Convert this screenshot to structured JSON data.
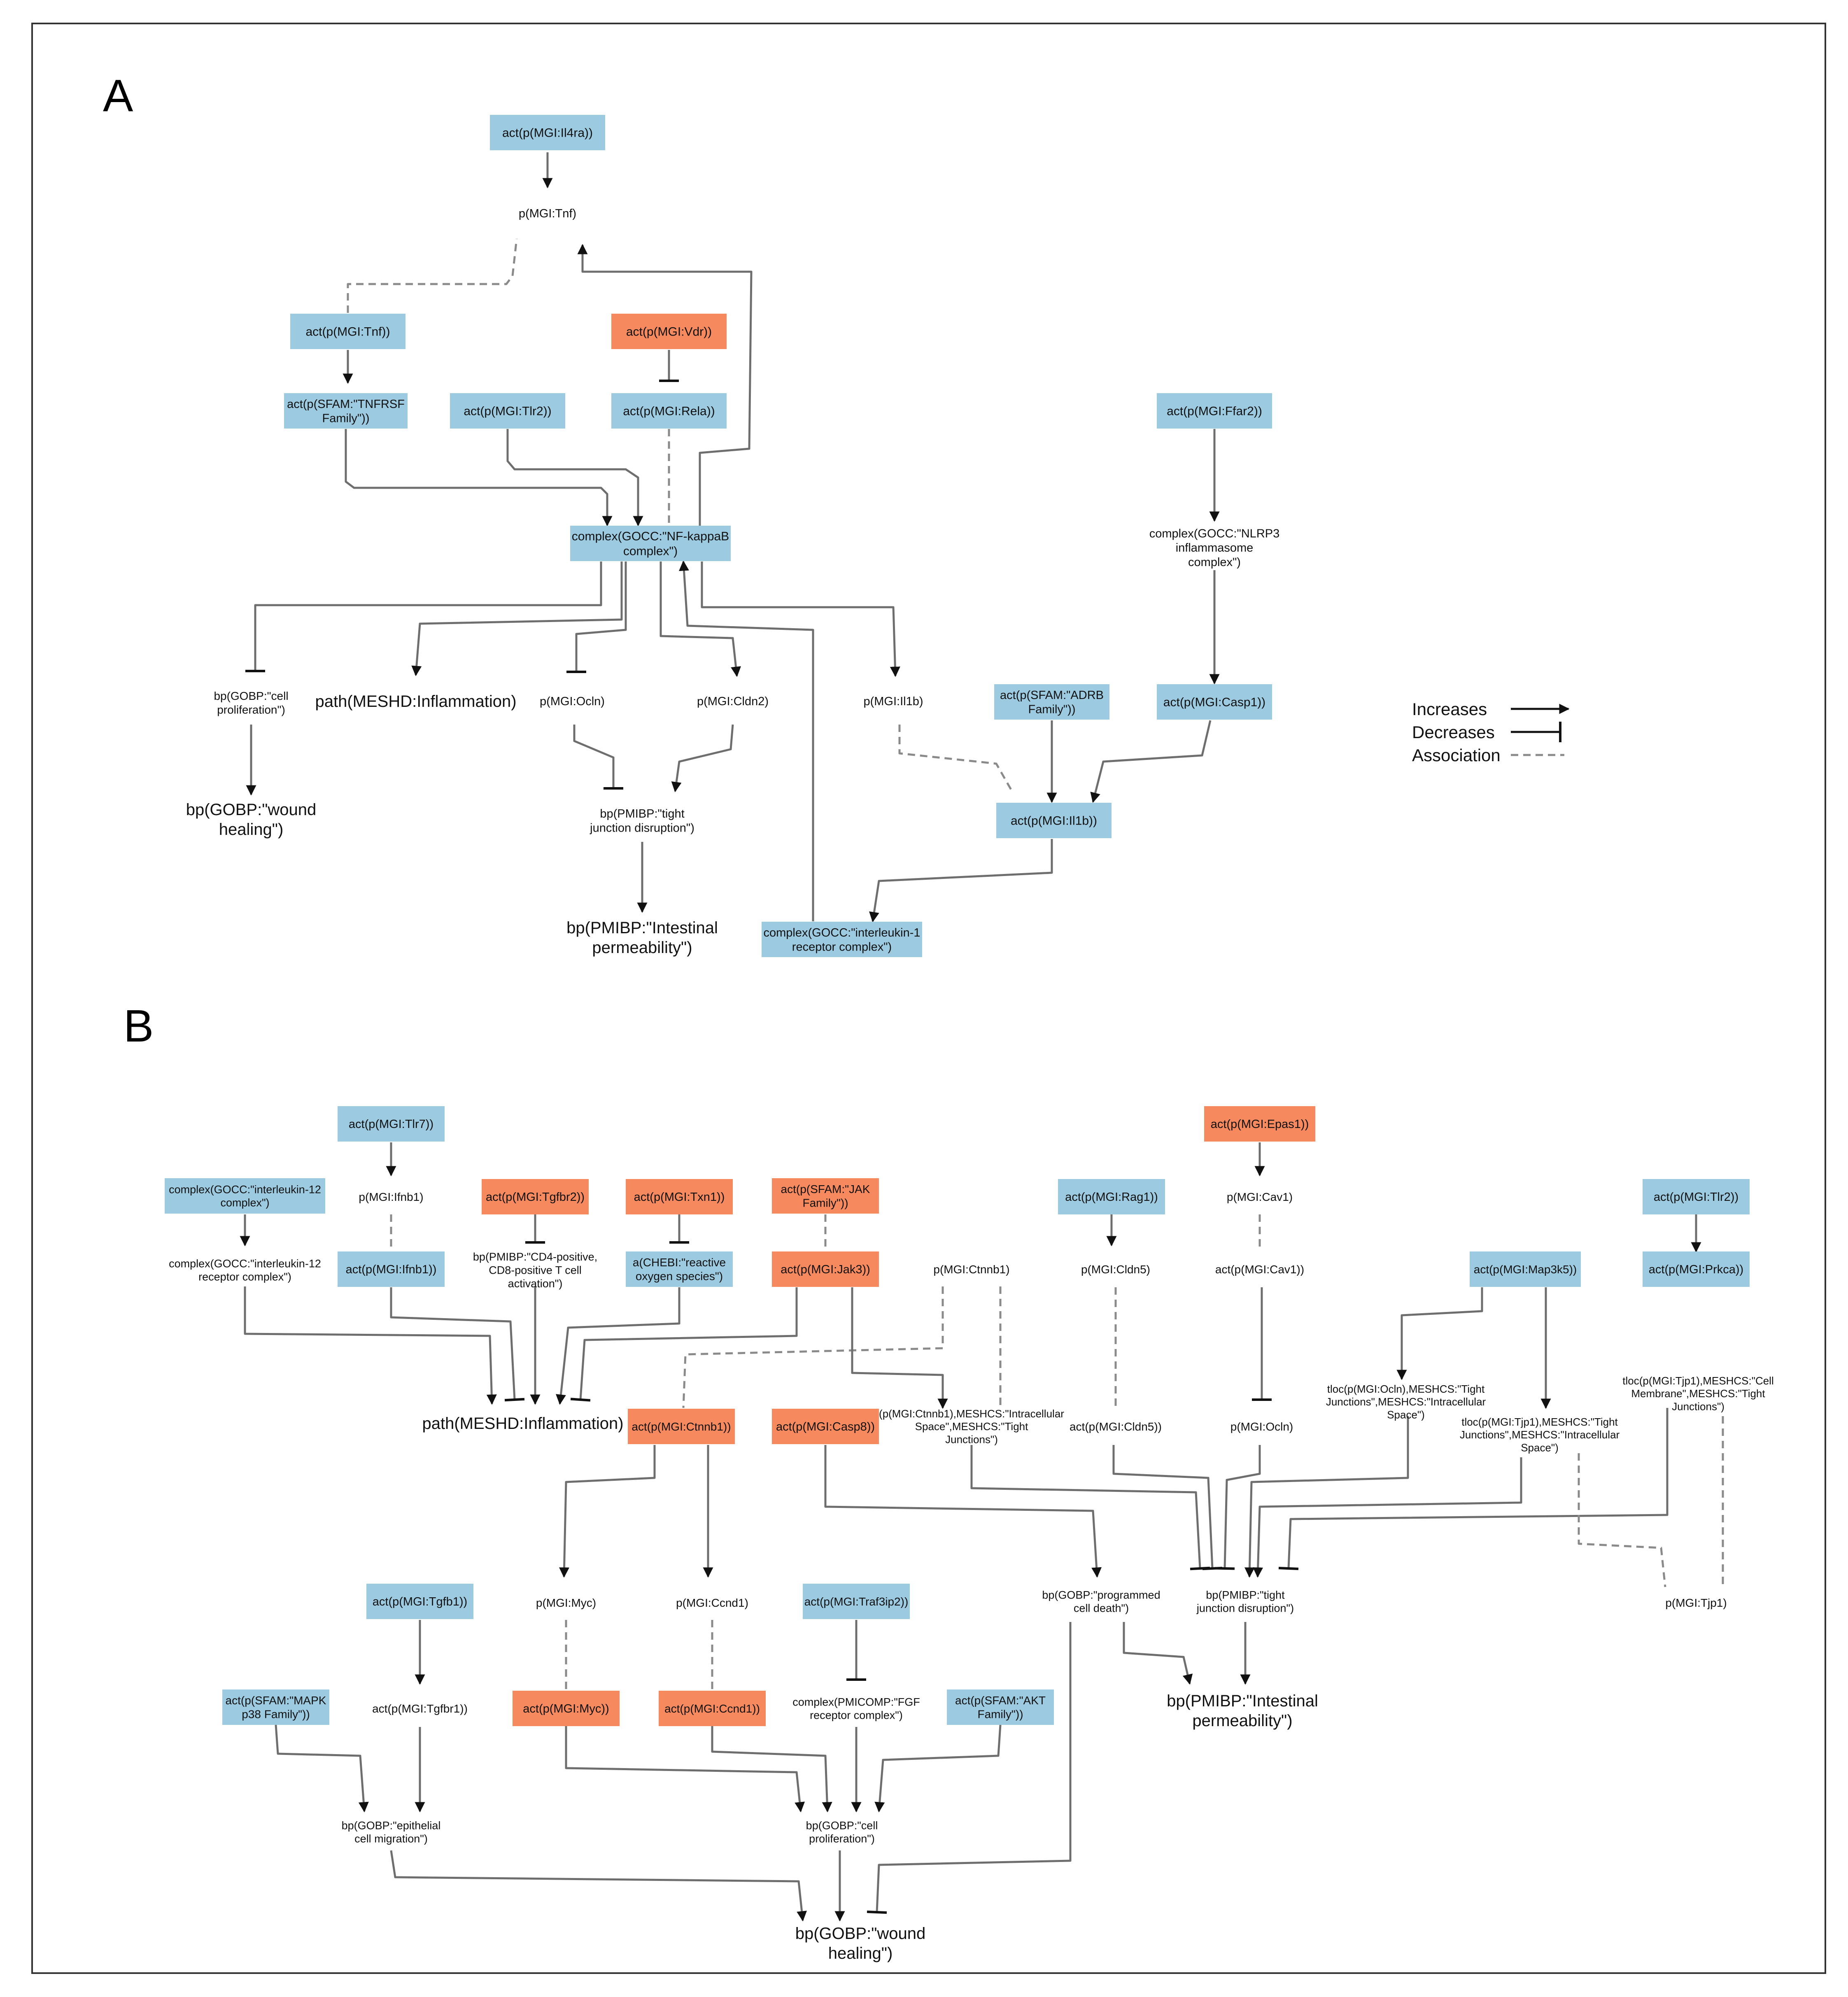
{
  "colors": {
    "blue": "#9ccae0",
    "orange": "#f6895e",
    "edge": "#6e6e6e",
    "dash": "#8a8a8a",
    "black": "#111111"
  },
  "panels": [
    "A",
    "B"
  ],
  "legend": {
    "increases": "Increases",
    "decreases": "Decreases",
    "association": "Association"
  },
  "nodes": {
    "a_il4ra": [
      "act(p(MGI:Il4ra))"
    ],
    "a_tnf_p": [
      "p(MGI:Tnf)"
    ],
    "a_tnf_act": [
      "act(p(MGI:Tnf))"
    ],
    "a_vdr": [
      "act(p(MGI:Vdr))"
    ],
    "a_tnfrsf": [
      "act(p(SFAM:\"TNFRSF",
      "Family\"))"
    ],
    "a_tlr2": [
      "act(p(MGI:Tlr2))"
    ],
    "a_rela": [
      "act(p(MGI:Rela))"
    ],
    "a_ffar2": [
      "act(p(MGI:Ffar2))"
    ],
    "a_nfkb": [
      "complex(GOCC:\"NF-kappaB",
      "complex\")"
    ],
    "a_nlrp3": [
      "complex(GOCC:\"NLRP3",
      "inflammasome",
      "complex\")"
    ],
    "a_cellprolif": [
      "bp(GOBP:\"cell",
      "proliferation\")"
    ],
    "a_inflam": [
      "path(MESHD:Inflammation)"
    ],
    "a_ocln": [
      "p(MGI:Ocln)"
    ],
    "a_cldn2": [
      "p(MGI:Cldn2)"
    ],
    "a_il1b_p": [
      "p(MGI:Il1b)"
    ],
    "a_adrb": [
      "act(p(SFAM:\"ADRB",
      "Family\"))"
    ],
    "a_casp1": [
      "act(p(MGI:Casp1))"
    ],
    "a_wound": [
      "bp(GOBP:\"wound",
      "healing\")"
    ],
    "a_tjd": [
      "bp(PMIBP:\"tight",
      "junction disruption\")"
    ],
    "a_il1b_act": [
      "act(p(MGI:Il1b))"
    ],
    "a_intperm": [
      "bp(PMIBP:\"Intestinal",
      "permeability\")"
    ],
    "a_il1r": [
      "complex(GOCC:\"interleukin-1",
      "receptor complex\")"
    ],
    "b_tlr7": [
      "act(p(MGI:Tlr7))"
    ],
    "b_epas1": [
      "act(p(MGI:Epas1))"
    ],
    "b_il12c": [
      "complex(GOCC:\"interleukin-12",
      "complex\")"
    ],
    "b_ifnb1_p": [
      "p(MGI:Ifnb1)"
    ],
    "b_tgfbr2": [
      "act(p(MGI:Tgfbr2))"
    ],
    "b_txn1": [
      "act(p(MGI:Txn1))"
    ],
    "b_jak": [
      "act(p(SFAM:\"JAK",
      "Family\"))"
    ],
    "b_rag1": [
      "act(p(MGI:Rag1))"
    ],
    "b_cav1_p": [
      "p(MGI:Cav1)"
    ],
    "b_tlr2": [
      "act(p(MGI:Tlr2))"
    ],
    "b_il12r": [
      "complex(GOCC:\"interleukin-12",
      "receptor complex\")"
    ],
    "b_ifnb1_act": [
      "act(p(MGI:Ifnb1))"
    ],
    "b_cd4": [
      "bp(PMIBP:\"CD4-positive,",
      "CD8-positive T cell",
      "activation\")"
    ],
    "b_ros": [
      "a(CHEBI:\"reactive",
      "oxygen species\")"
    ],
    "b_jak3": [
      "act(p(MGI:Jak3))"
    ],
    "b_ctnnb1_p": [
      "p(MGI:Ctnnb1)"
    ],
    "b_cldn5_p": [
      "p(MGI:Cldn5)"
    ],
    "b_cav1_act": [
      "act(p(MGI:Cav1))"
    ],
    "b_map3k5": [
      "act(p(MGI:Map3k5))"
    ],
    "b_prkca": [
      "act(p(MGI:Prkca))"
    ],
    "b_tloc_ocln": [
      "tloc(p(MGI:Ocln),MESHCS:\"Tight",
      "Junctions\",MESHCS:\"Intracellular",
      "Space\")"
    ],
    "b_tloc_tjp1_cm": [
      "tloc(p(MGI:Tjp1),MESHCS:\"Cell",
      "Membrane\",MESHCS:\"Tight",
      "Junctions\")"
    ],
    "b_tloc_tjp1_tj": [
      "tloc(p(MGI:Tjp1),MESHCS:\"Tight",
      "Junctions\",MESHCS:\"Intracellular",
      "Space\")"
    ],
    "b_inflam": [
      "path(MESHD:Inflammation)"
    ],
    "b_ctnnb1_act": [
      "act(p(MGI:Ctnnb1))"
    ],
    "b_casp8": [
      "act(p(MGI:Casp8))"
    ],
    "b_ctnnb1_complex": [
      "(p(MGI:Ctnnb1),MESHCS:\"Intracellular",
      "Space\",MESHCS:\"Tight",
      "Junctions\")"
    ],
    "b_cldn5_act": [
      "act(p(MGI:Cldn5))"
    ],
    "b_ocln": [
      "p(MGI:Ocln)"
    ],
    "b_tgfb1": [
      "act(p(MGI:Tgfb1))"
    ],
    "b_myc_p": [
      "p(MGI:Myc)"
    ],
    "b_ccnd1_p": [
      "p(MGI:Ccnd1)"
    ],
    "b_traf3ip2": [
      "act(p(MGI:Traf3ip2))"
    ],
    "b_pcd": [
      "bp(GOBP:\"programmed",
      "cell death\")"
    ],
    "b_tjd": [
      "bp(PMIBP:\"tight",
      "junction disruption\")"
    ],
    "b_tjp1": [
      "p(MGI:Tjp1)"
    ],
    "b_mapk": [
      "act(p(SFAM:\"MAPK",
      "p38 Family\"))"
    ],
    "b_tgfbr1": [
      "act(p(MGI:Tgfbr1))"
    ],
    "b_myc_act": [
      "act(p(MGI:Myc))"
    ],
    "b_ccnd1_act": [
      "act(p(MGI:Ccnd1))"
    ],
    "b_fgf": [
      "complex(PMICOMP:\"FGF",
      "receptor complex\")"
    ],
    "b_akt": [
      "act(p(SFAM:\"AKT",
      "Family\"))"
    ],
    "b_intperm": [
      "bp(PMIBP:\"Intestinal",
      "permeability\")"
    ],
    "b_epimig": [
      "bp(GOBP:\"epithelial",
      "cell migration\")"
    ],
    "b_cellprolif": [
      "bp(GOBP:\"cell",
      "proliferation\")"
    ],
    "b_wound": [
      "bp(GOBP:\"wound",
      "healing\")"
    ]
  }
}
